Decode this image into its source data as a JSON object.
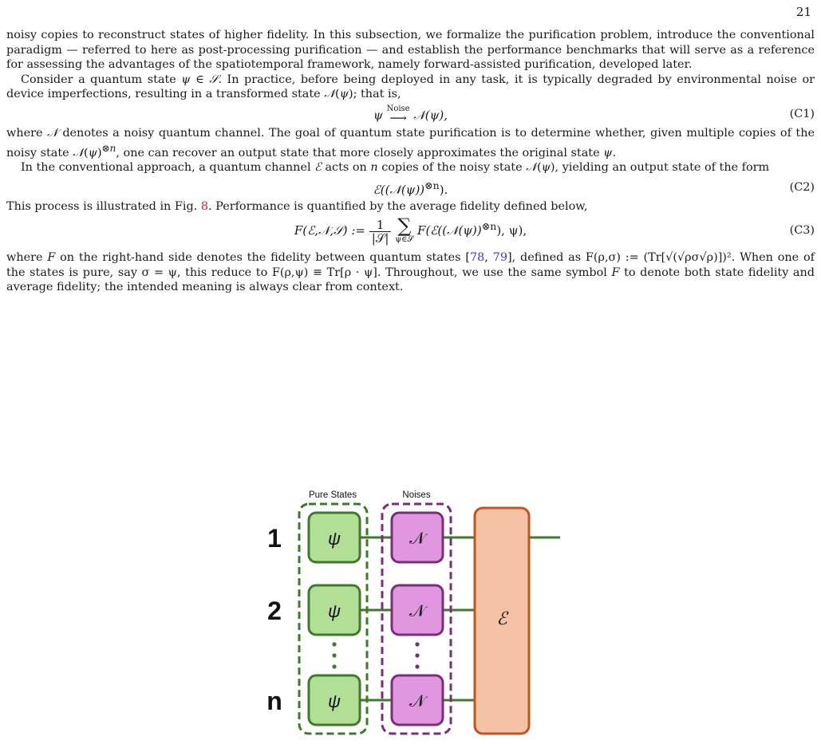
{
  "page_number": "21",
  "p1": "noisy copies to reconstruct states of higher fidelity. In this subsection, we formalize the purification problem, introduce the conventional paradigm — referred to here as post-processing purification — and establish the performance benchmarks that will serve as a reference for assessing the advantages of the spatiotemporal framework, namely forward-assisted purification, developed later.",
  "p2_a": "Consider a quantum state ",
  "p2_b": ". In practice, before being deployed in any task, it is typically degraded by environmental noise or device imperfections, resulting in a transformed state ",
  "p2_c": "; that is,",
  "eq1": {
    "lhs": "ψ",
    "arrow_label": "Noise",
    "rhs": "𝒩(ψ),",
    "label": "(C1)"
  },
  "p3_a": "where ",
  "p3_b": " denotes a noisy quantum channel. The goal of quantum state purification is to determine whether, given multiple copies of the noisy state ",
  "p3_c": ", one can recover an output state that more closely approximates the original state ",
  "p3_d": ".",
  "p4_a": "In the conventional approach, a quantum channel ",
  "p4_b": " acts on ",
  "p4_c": " copies of the noisy state ",
  "p4_d": ", yielding an output state of the form",
  "eq2": {
    "expr": "ℰ((𝒩(ψ))",
    "sup": "⊗n",
    "tail": ").",
    "label": "(C2)"
  },
  "p5_a": "This process is illustrated in Fig. ",
  "p5_fig": "8",
  "p5_b": ". Performance is quantified by the average fidelity defined below,",
  "eq3": {
    "lhs": "F(ℰ,𝒩,𝒮) := ",
    "num": "1",
    "den": "|𝒮|",
    "sum_sub": "ψ∈𝒮",
    "rhs_a": "F(ℰ((𝒩(ψ))",
    "sup": "⊗n",
    "rhs_b": "), ψ),",
    "label": "(C3)"
  },
  "p6_a": "where ",
  "p6_b": " on the right-hand side denotes the fidelity between quantum states [",
  "cite1": "78",
  "cite_sep": ", ",
  "cite2": "79",
  "p6_c": "], defined as F(ρ,σ) := (Tr[√(√ρσ√ρ)])². When one of the states is pure, say σ = ψ, this reduce to F(ρ,ψ) ≡ Tr[ρ · ψ]. Throughout, we use the same symbol ",
  "p6_d": " to denote both state fidelity and average fidelity; the intended meaning is always clear from context.",
  "figure": {
    "group_pure": "Pure States",
    "group_noise": "Noises",
    "row_labels": [
      "1",
      "2",
      "n"
    ],
    "state_symbol": "ψ",
    "noise_symbol": "𝒩",
    "channel_symbol": "ℰ",
    "ellipsis": "⋮",
    "colors": {
      "pure_fill": "#b0df95",
      "pure_stroke": "#3f7a2a",
      "noise_fill": "#e197e0",
      "noise_stroke": "#7a2d78",
      "channel_fill": "#f4c3a6",
      "channel_stroke": "#c2551f",
      "wire": "#3f7a2a"
    }
  }
}
